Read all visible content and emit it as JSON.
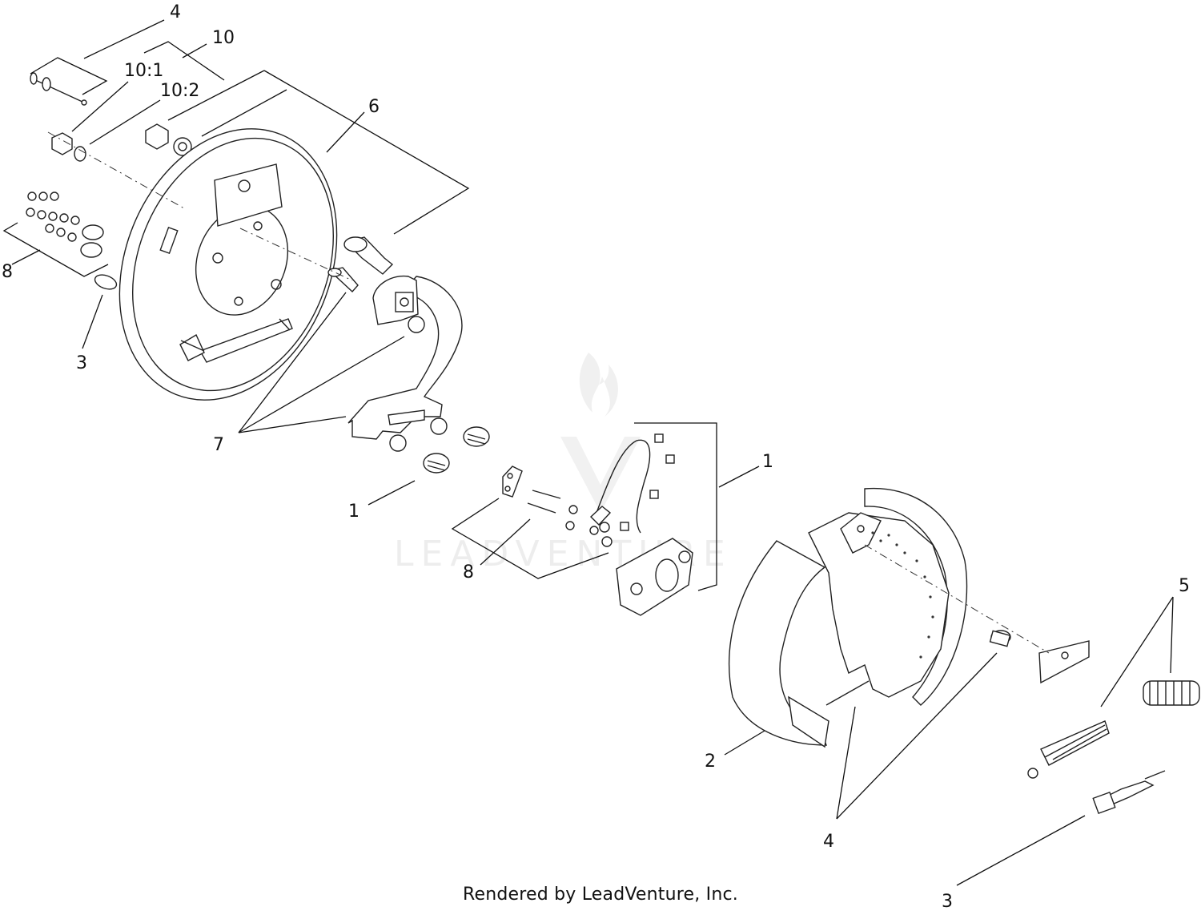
{
  "callouts": {
    "c4_top": "4",
    "c10": "10",
    "c10_1": "10:1",
    "c10_2": "10:2",
    "c6": "6",
    "c8_left": "8",
    "c3_left": "3",
    "c7": "7",
    "c1_left": "1",
    "c1_right": "1",
    "c8_mid": "8",
    "c5": "5",
    "c2": "2",
    "c4_bottom": "4",
    "c3_bottom": "3"
  },
  "watermark": "LEADVENTURE",
  "footer": "Rendered by LeadVenture, Inc."
}
